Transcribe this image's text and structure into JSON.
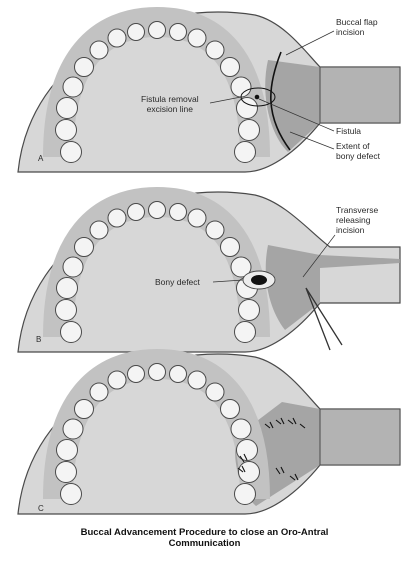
{
  "colors": {
    "outline": "#4a4a4a",
    "palate": "#d7d7d7",
    "gum": "#c2c2c2",
    "tooth": "#f4f4f4",
    "flap": "#9c9c9c",
    "defect": "#111111"
  },
  "panels": [
    {
      "letter": "A",
      "labels": {
        "buccal_flap": "Buccal flap\nincision",
        "fistula_removal": "Fistula removal\nexcision line",
        "fistula": "Fistula",
        "extent": "Extent of\nbony defect"
      }
    },
    {
      "letter": "B",
      "labels": {
        "transverse": "Transverse\nreleasing\nincision",
        "bony_defect": "Bony defect"
      }
    },
    {
      "letter": "C",
      "labels": {}
    }
  ],
  "caption": "Buccal Advancement Procedure to close an Oro-Antral\nCommunication"
}
